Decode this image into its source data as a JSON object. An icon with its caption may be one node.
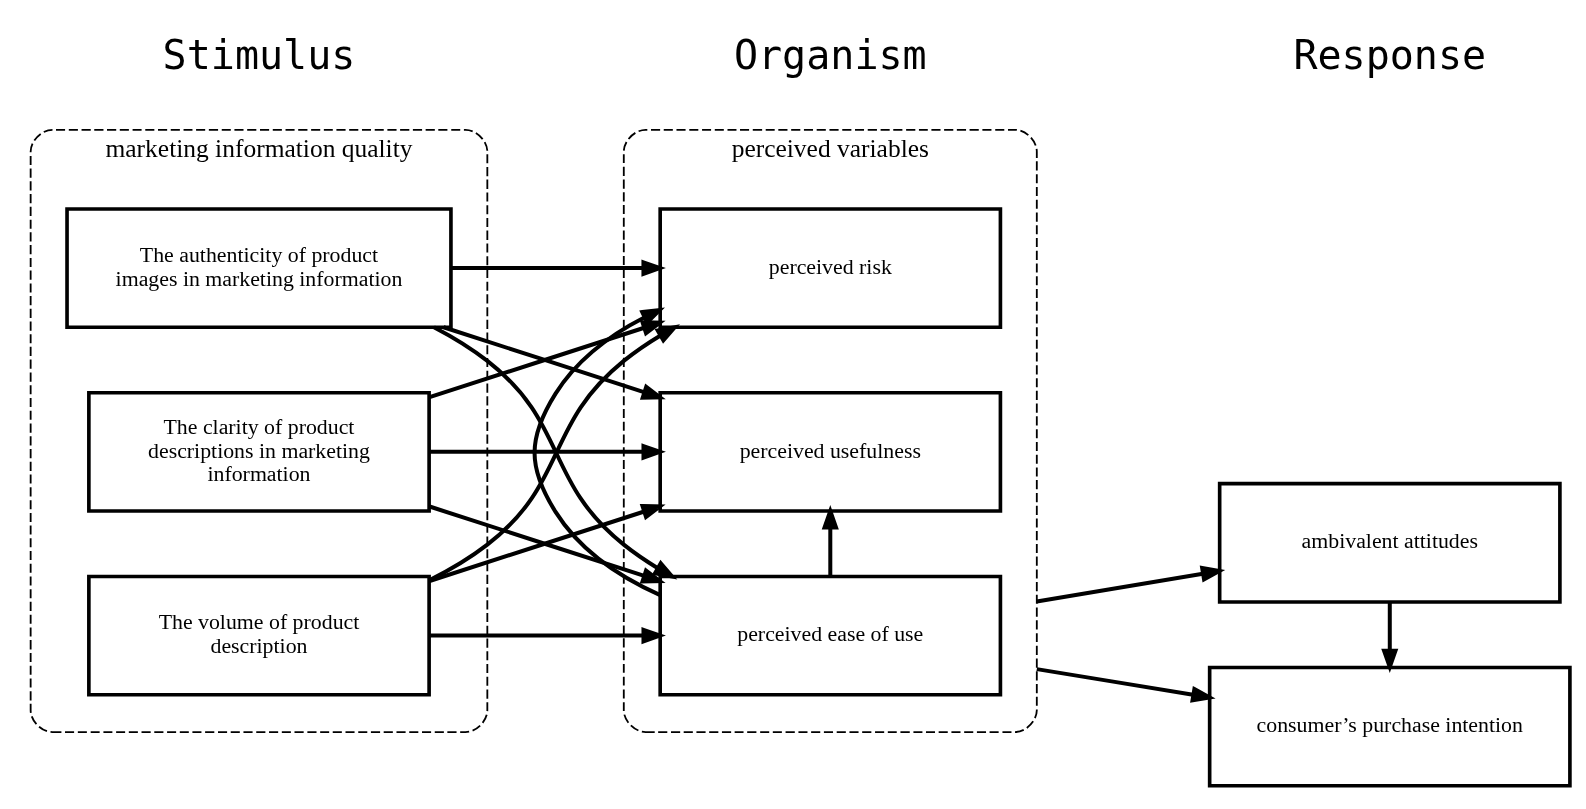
{
  "diagram": {
    "nodes": [
      {
        "text": [
          "marketing information quality"
        ]
      },
      {
        "text": [
          "The authenticity of product images in marketing information"
        ],
        "in": 0
      },
      {
        "text": [
          "The clarity of product descriptions in marketing information"
        ],
        "in": 0
      },
      {
        "text": [
          "The volume of product description"
        ],
        "in": 0
      },
      {
        "text": [
          "perceived variables"
        ]
      },
      {
        "text": [
          "perceived usefulness"
        ],
        "in": 4
      },
      {
        "text": [
          "perceived ease of use"
        ],
        "in": 4
      },
      {
        "text": [
          "perceived risk"
        ],
        "in": 4
      },
      {
        "text": [
          "consumer’s purchase intention"
        ]
      },
      {
        "text": [
          "ambivalent attitudes"
        ]
      }
    ],
    "edges": [
      {
        "from": 1,
        "to": 5,
        "arrow": "to"
      },
      {
        "from": 1,
        "to": 6,
        "arrow": "to"
      },
      {
        "from": 1,
        "to": 7,
        "arrow": "to"
      },
      {
        "from": 2,
        "to": 5,
        "arrow": "to"
      },
      {
        "from": 2,
        "to": 6,
        "arrow": "to"
      },
      {
        "from": 2,
        "to": 7,
        "arrow": "to"
      },
      {
        "from": 3,
        "to": 5,
        "arrow": "to"
      },
      {
        "from": 3,
        "to": 6,
        "arrow": "to"
      },
      {
        "from": 3,
        "to": 7,
        "arrow": "to"
      },
      {
        "from": 6,
        "to": 5,
        "arrow": "to"
      },
      {
        "from": 6,
        "to": 7,
        "arrow": "to"
      },
      {
        "from": 4,
        "to": 8,
        "arrow": "to"
      },
      {
        "from": 4,
        "to": 9,
        "arrow": "to"
      },
      {
        "from": 9,
        "to": 8,
        "arrow": "to"
      }
    ],
    "labels": [
      "Stimulus",
      "Organism",
      "Response"
    ]
  }
}
